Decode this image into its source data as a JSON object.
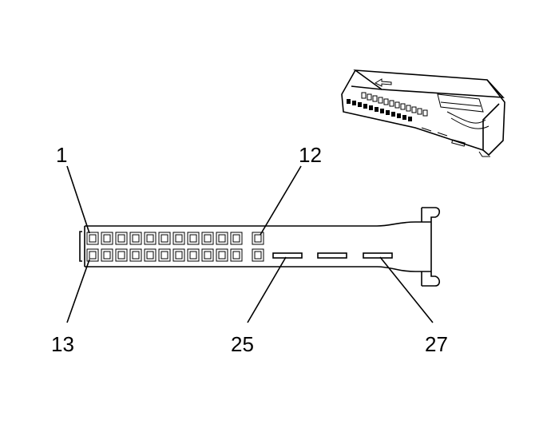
{
  "diagram": {
    "labels": {
      "pin_1": "1",
      "pin_12": "12",
      "pin_13": "13",
      "pin_25": "25",
      "pin_27": "27"
    },
    "connector": {
      "top_row_cavities": 12,
      "bottom_row_cavities": 12,
      "slot_cavities": 3
    },
    "colors": {
      "ink": "#000000",
      "background": "#ffffff"
    }
  }
}
